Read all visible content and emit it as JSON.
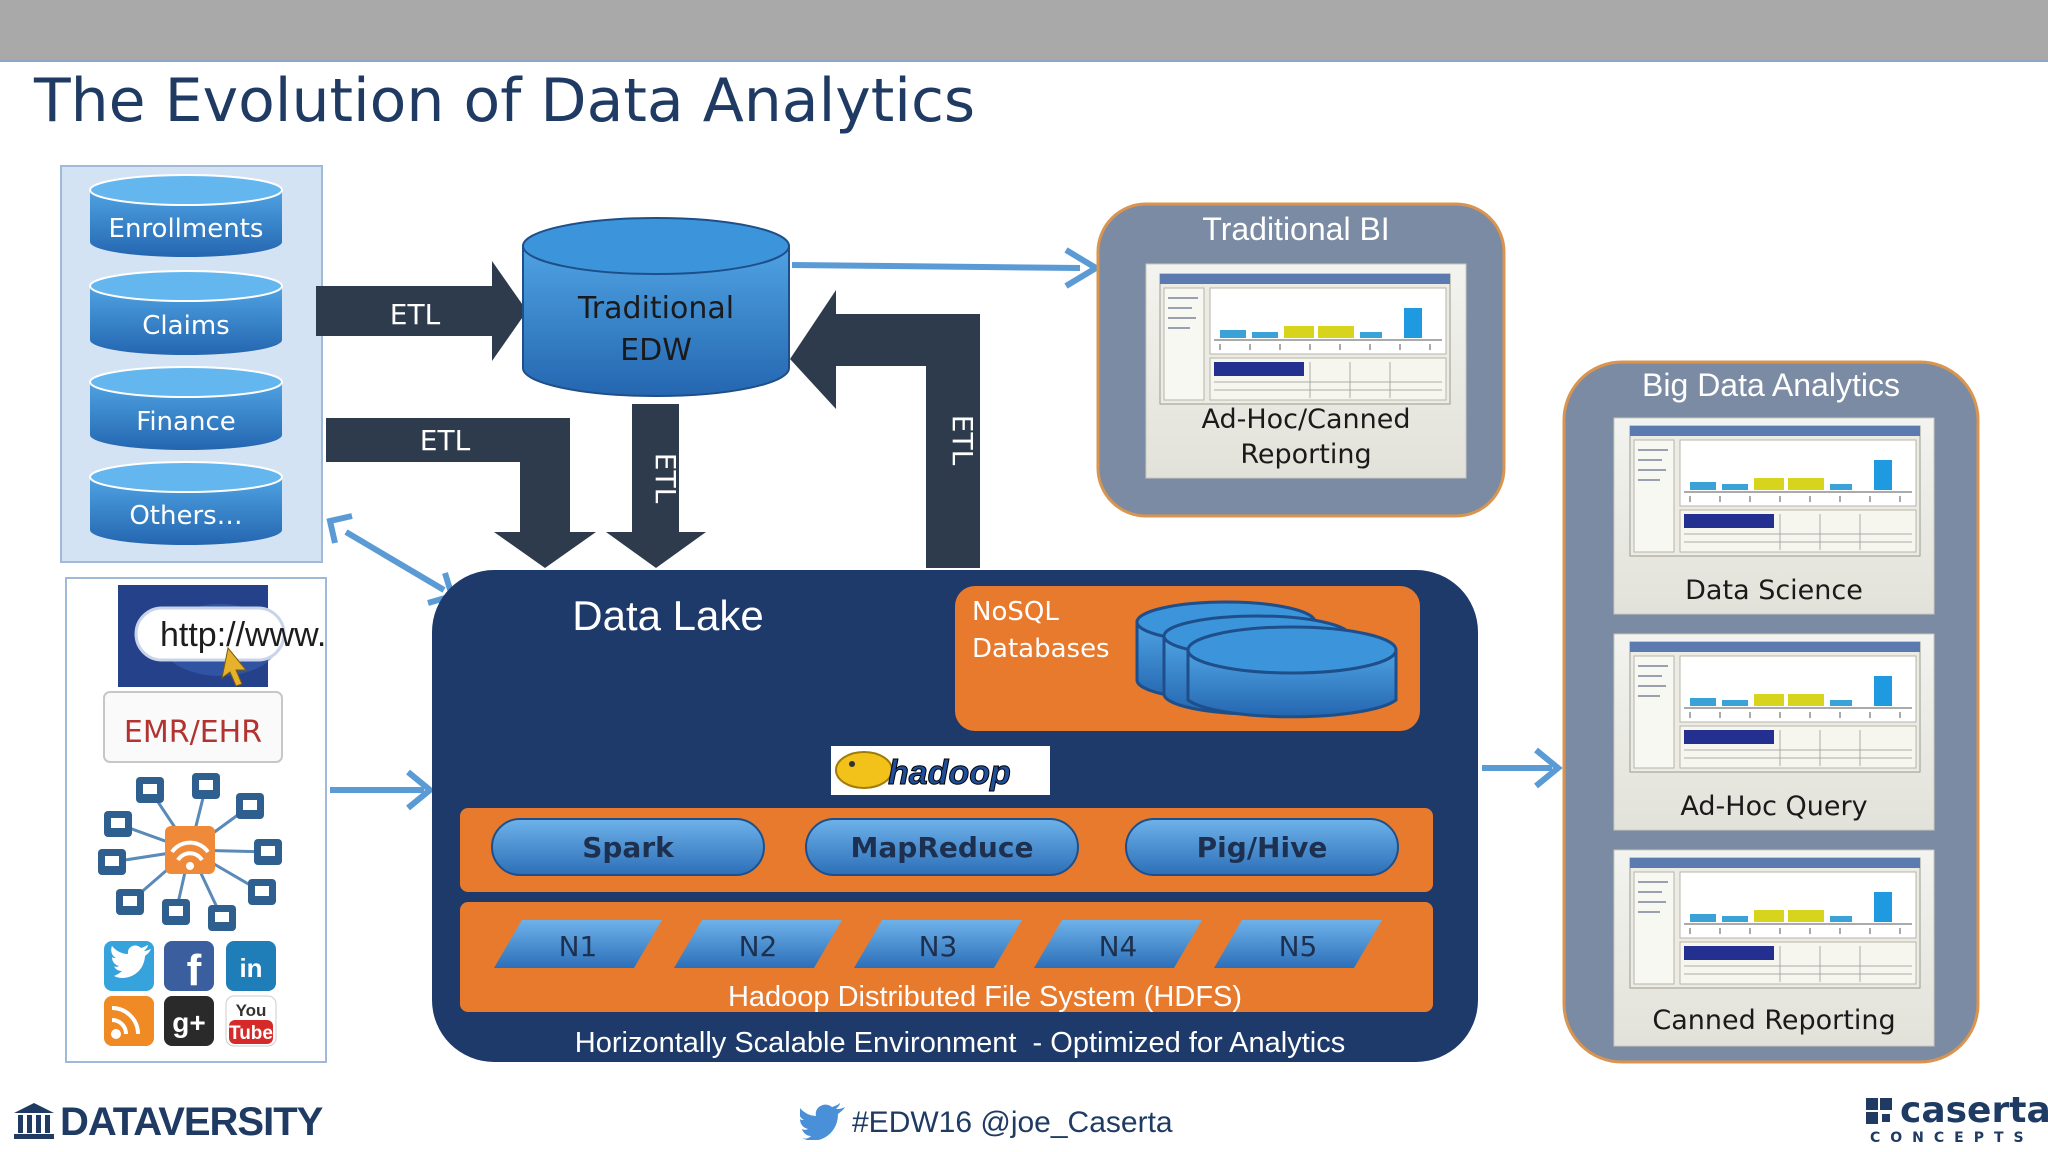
{
  "slide": {
    "title": "The Evolution of Data Analytics"
  },
  "sources": {
    "databases": [
      "Enrollments",
      "Claims",
      "Finance",
      "Others…"
    ],
    "http_label": "http://www.",
    "emr_label": "EMR/EHR",
    "social": {
      "facebook": "f",
      "linkedin": "in",
      "gplus": "g+",
      "youtube_top": "You",
      "youtube_bottom": "Tube"
    }
  },
  "etl": {
    "label": "ETL"
  },
  "edw": {
    "line1": "Traditional",
    "line2": "EDW"
  },
  "traditional_bi": {
    "title": "Traditional BI",
    "caption_line1": "Ad-Hoc/Canned",
    "caption_line2": "Reporting"
  },
  "data_lake": {
    "title": "Data Lake",
    "nosql_line1": "NoSQL",
    "nosql_line2": "Databases",
    "hadoop_logo": "hadoop",
    "engines": [
      "Spark",
      "MapReduce",
      "Pig/Hive"
    ],
    "nodes": [
      "N1",
      "N2",
      "N3",
      "N4",
      "N5"
    ],
    "hdfs": "Hadoop Distributed File System (HDFS)",
    "footer": "Horizontally Scalable Environment  - Optimized for Analytics"
  },
  "big_data": {
    "title": "Big Data Analytics",
    "panels": [
      "Data Science",
      "Ad-Hoc Query",
      "Canned Reporting"
    ]
  },
  "footer": {
    "brand": "DATAVERSITY",
    "hashtag": "#EDW16 @joe_Caserta",
    "logo_main": "caserta",
    "logo_sub": "CONCEPTS"
  },
  "colors": {
    "title": "#1f3b63",
    "edw_blue": "#2f86cf",
    "dark_arrow": "#2d3b4d",
    "light_arrow": "#5b9bd5",
    "data_lake": "#1d3a6b",
    "orange": "#e87a2e",
    "panel_bg": "#7a8ba3",
    "orange_border": "#d9944f"
  }
}
